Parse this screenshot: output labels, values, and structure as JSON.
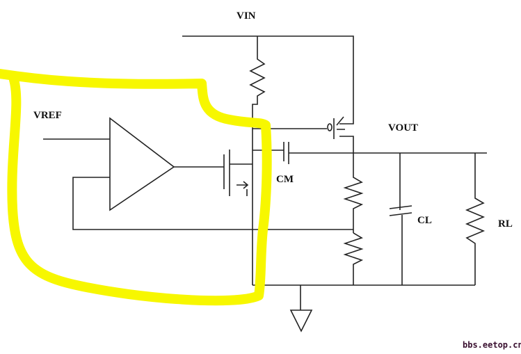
{
  "labels": {
    "vin": "VIN",
    "vref": "VREF",
    "vout": "VOUT",
    "cm": "CM",
    "cl": "CL",
    "rl": "RL"
  },
  "watermark": "bbs.eetop.cn",
  "colors": {
    "highlight": "#f7f700",
    "wire": "#222222"
  }
}
